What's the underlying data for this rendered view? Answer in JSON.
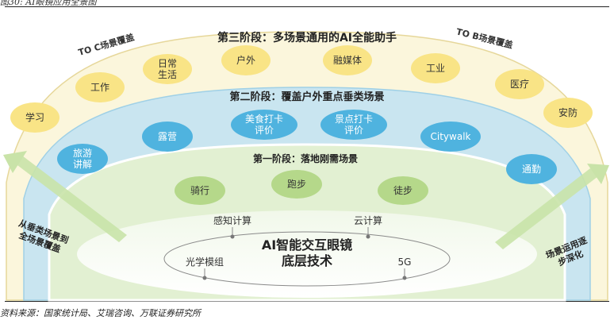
{
  "caption_top": "图30: AI眼镜应用全景图",
  "source": "资料来源：国家统计局、艾瑞咨询、万联证券研究所",
  "diagram": {
    "stage3": {
      "title": "第三阶段：多场景通用的AI全能助手",
      "left_label": "TO C场景覆盖",
      "right_label": "TO B场景覆盖",
      "items": [
        "学习",
        "工作",
        "日常\n生活",
        "户外",
        "融媒体",
        "工业",
        "医疗",
        "安防"
      ]
    },
    "stage2": {
      "title": "第二阶段：覆盖户外重点垂类场景",
      "items": [
        "旅游\n讲解",
        "露营",
        "美食打卡\n评价",
        "景点打卡\n评价",
        "Citywalk",
        "通勤"
      ]
    },
    "stage1": {
      "title": "第一阶段：落地刚需场景",
      "items": [
        "骑行",
        "跑步",
        "徒步"
      ]
    },
    "core": {
      "title": "AI智能交互眼镜\n底层技术",
      "techs": [
        "感知计算",
        "云计算",
        "光学模组",
        "5G"
      ]
    },
    "arrows": {
      "left": "从垂类场景到\n全场景覆盖",
      "right": "场景运用逐\n步深化"
    },
    "colors": {
      "stage3_fill": "#fbf6dc",
      "stage3_bubble": "#f9e486",
      "stage2_fill": "#c9e5f0",
      "stage2_bubble": "#4fb3df",
      "stage1_fill": "#e2f0d2",
      "stage1_bubble": "#b5d88a",
      "arrow": "#c9e3a8"
    }
  }
}
